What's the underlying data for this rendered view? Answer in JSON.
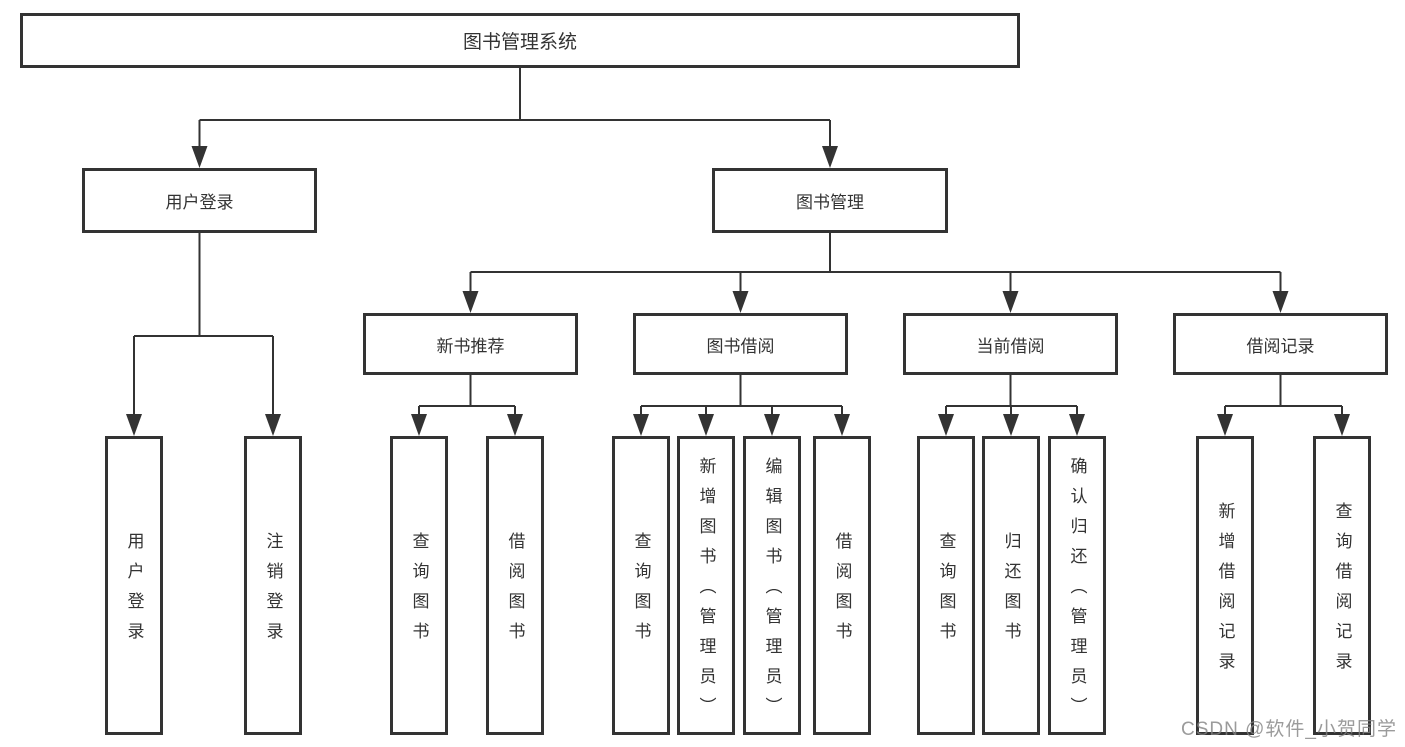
{
  "diagram": {
    "watermark": "CSDN @软件_小贺同学",
    "colors": {
      "line": "#333333",
      "border": "#333333",
      "text": "#333333",
      "watermark_text": "#828282",
      "background": "#ffffff"
    },
    "tree": {
      "id": "root",
      "label": "图书管理系统",
      "children": [
        {
          "id": "user-login",
          "label": "用户登录",
          "children": [
            {
              "id": "login",
              "label": "用户登录"
            },
            {
              "id": "logout",
              "label": "注销登录"
            }
          ]
        },
        {
          "id": "book-management",
          "label": "图书管理",
          "children": [
            {
              "id": "new-book-recommend",
              "label": "新书推荐",
              "children": [
                {
                  "id": "rec-query-books",
                  "label": "查询图书"
                },
                {
                  "id": "rec-borrow-books",
                  "label": "借阅图书"
                }
              ]
            },
            {
              "id": "book-borrowing",
              "label": "图书借阅",
              "children": [
                {
                  "id": "bb-query-books",
                  "label": "查询图书"
                },
                {
                  "id": "bb-add-books",
                  "label": "新增图书（管理员）"
                },
                {
                  "id": "bb-edit-books",
                  "label": "编辑图书（管理员）"
                },
                {
                  "id": "bb-borrow-books",
                  "label": "借阅图书"
                }
              ]
            },
            {
              "id": "current-borrowing",
              "label": "当前借阅",
              "children": [
                {
                  "id": "cb-query-books",
                  "label": "查询图书"
                },
                {
                  "id": "cb-return-books",
                  "label": "归还图书"
                },
                {
                  "id": "cb-confirm-return",
                  "label": "确认归还（管理员）"
                }
              ]
            },
            {
              "id": "borrowing-records",
              "label": "借阅记录",
              "children": [
                {
                  "id": "br-add-record",
                  "label": "新增借阅记录"
                },
                {
                  "id": "br-query-record",
                  "label": "查询借阅记录"
                }
              ]
            }
          ]
        }
      ]
    }
  }
}
